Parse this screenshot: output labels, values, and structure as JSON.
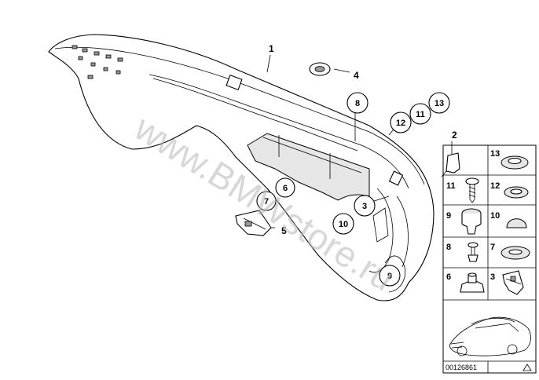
{
  "diagram": {
    "callouts": [
      {
        "id": "c1",
        "text": "1"
      },
      {
        "id": "c2",
        "text": "2"
      },
      {
        "id": "c3",
        "text": "3"
      },
      {
        "id": "c4",
        "text": "4"
      },
      {
        "id": "c5",
        "text": "5"
      },
      {
        "id": "c6",
        "text": "6"
      },
      {
        "id": "c7",
        "text": "7"
      },
      {
        "id": "c8",
        "text": "8"
      },
      {
        "id": "c9",
        "text": "9"
      },
      {
        "id": "c10",
        "text": "10"
      },
      {
        "id": "c11",
        "text": "11"
      },
      {
        "id": "c12",
        "text": "12"
      },
      {
        "id": "c13",
        "text": "13"
      }
    ],
    "grid_cells": [
      {
        "id": "g13",
        "text": "13"
      },
      {
        "id": "g11",
        "text": "11"
      },
      {
        "id": "g12",
        "text": "12"
      },
      {
        "id": "g9",
        "text": "9"
      },
      {
        "id": "g10",
        "text": "10"
      },
      {
        "id": "g8",
        "text": "8"
      },
      {
        "id": "g7",
        "text": "7"
      },
      {
        "id": "g6",
        "text": "6"
      },
      {
        "id": "g3",
        "text": "3"
      }
    ],
    "watermark": "www.BMWstore.ru",
    "diagram_code": "00126861"
  }
}
